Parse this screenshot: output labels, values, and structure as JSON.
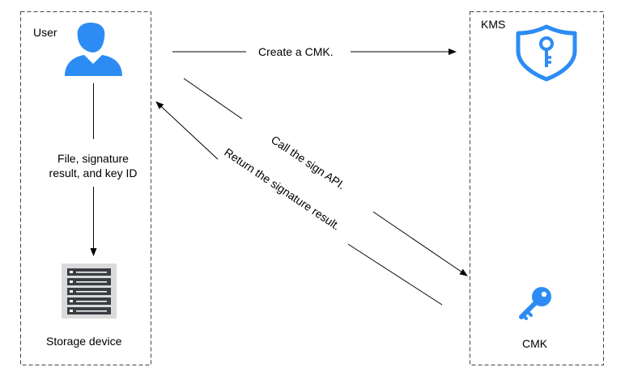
{
  "user_box": {
    "title": "User"
  },
  "kms_box": {
    "title": "KMS"
  },
  "arrows": {
    "create": "Create a CMK.",
    "call_sign": "Call the sign API.",
    "return_sig": "Return the signature result."
  },
  "flow_label": {
    "line1": "File, signature",
    "line2": "result, and key ID"
  },
  "storage": {
    "label": "Storage device"
  },
  "cmk": {
    "label": "CMK"
  },
  "colors": {
    "accent": "#2c8cf4",
    "storage": "#3a3d42",
    "storage_bg": "#dadada"
  },
  "icons": {
    "user": "user-icon",
    "kms": "shield-key-icon",
    "storage": "storage-server-icon",
    "cmk": "key-icon"
  }
}
